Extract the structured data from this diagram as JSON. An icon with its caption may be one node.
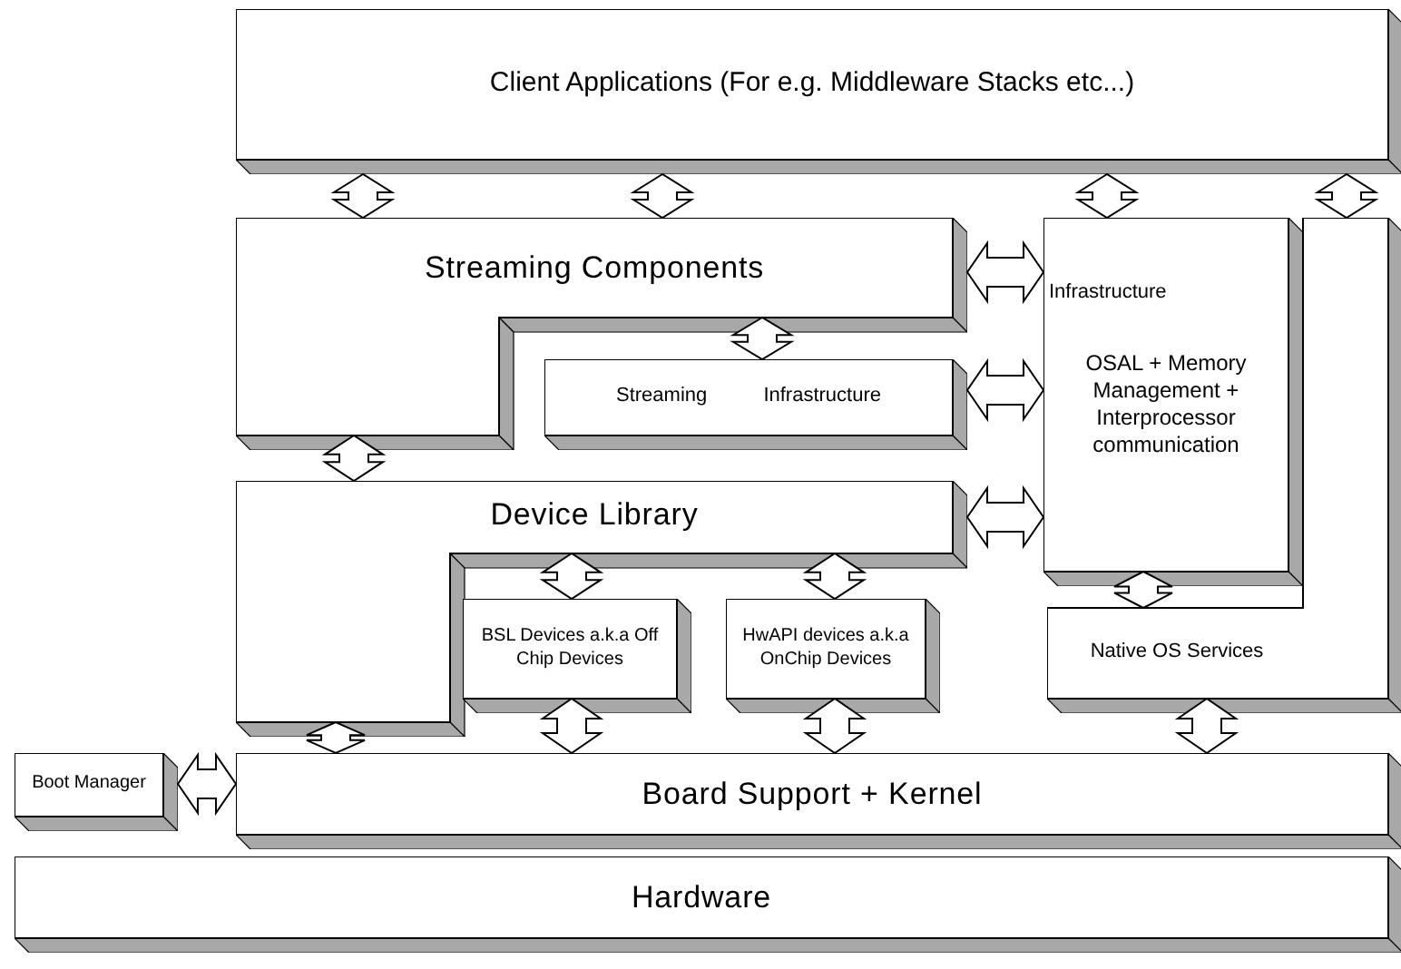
{
  "diagram": {
    "nodes": [
      {
        "text": [
          "Client Applications (For e.g. Middleware Stacks etc...)"
        ]
      },
      {
        "text": [
          "Streaming Components"
        ]
      },
      {
        "text": [
          "Streaming Infrastructure"
        ]
      },
      {
        "text": [
          "Infrastructure",
          "OSAL + Memory Management + Interprocessor communication"
        ]
      },
      {
        "text": [
          "Native OS Services"
        ]
      },
      {
        "text": [
          "Device Library"
        ]
      },
      {
        "text": [
          "BSL Devices a.k.a Off Chip Devices"
        ]
      },
      {
        "text": [
          "HwAPI devices a.k.a OnChip Devices"
        ]
      },
      {
        "text": [
          "Boot Manager"
        ]
      },
      {
        "text": [
          "Board Support + Kernel"
        ]
      },
      {
        "text": [
          "Hardware"
        ]
      }
    ],
    "edges": [
      {
        "from": 0,
        "to": 1,
        "arrow": "both"
      },
      {
        "from": 0,
        "to": 1,
        "arrow": "both"
      },
      {
        "from": 0,
        "to": 3,
        "arrow": "both"
      },
      {
        "from": 0,
        "to": 4,
        "arrow": "both"
      },
      {
        "from": 1,
        "to": 3,
        "arrow": "both"
      },
      {
        "from": 1,
        "to": 2,
        "arrow": "both"
      },
      {
        "from": 2,
        "to": 3,
        "arrow": "both"
      },
      {
        "from": 1,
        "to": 5,
        "arrow": "both"
      },
      {
        "from": 5,
        "to": 3,
        "arrow": "both"
      },
      {
        "from": 5,
        "to": 6,
        "arrow": "both"
      },
      {
        "from": 5,
        "to": 7,
        "arrow": "both"
      },
      {
        "from": 3,
        "to": 4,
        "arrow": "both"
      },
      {
        "from": 5,
        "to": 9,
        "arrow": "both"
      },
      {
        "from": 6,
        "to": 9,
        "arrow": "both"
      },
      {
        "from": 7,
        "to": 9,
        "arrow": "both"
      },
      {
        "from": 4,
        "to": 9,
        "arrow": "both"
      },
      {
        "from": 8,
        "to": 9,
        "arrow": "both"
      }
    ]
  }
}
